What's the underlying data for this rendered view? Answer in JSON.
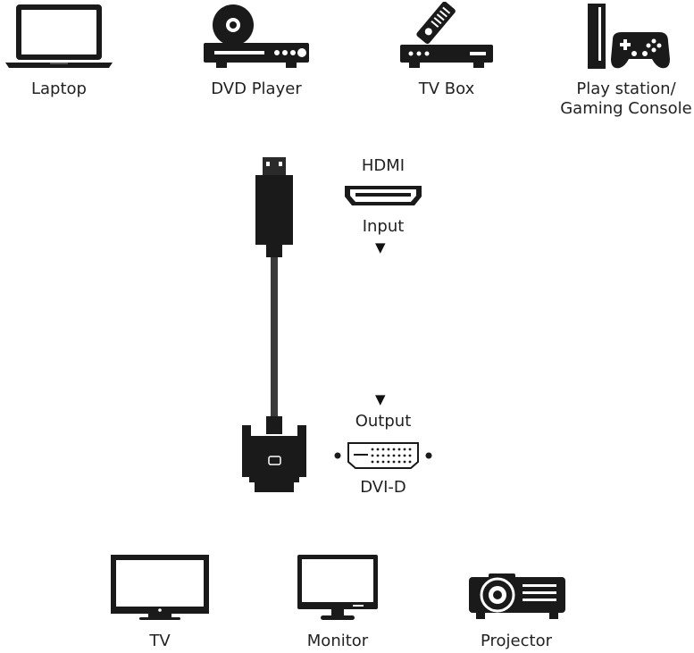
{
  "sources": {
    "laptop": "Laptop",
    "dvd_player": "DVD Player",
    "tv_box": "TV Box",
    "console_line1": "Play station/",
    "console_line2": "Gaming Console"
  },
  "connector_in": {
    "name": "HDMI",
    "role": "Input",
    "arrow": "▼"
  },
  "connector_out": {
    "arrow": "▼",
    "role": "Output",
    "name": "DVI-D"
  },
  "displays": {
    "tv": "TV",
    "monitor": "Monitor",
    "projector": "Projector"
  },
  "colors": {
    "device_dark": "#1a1a1a",
    "cable_gray": "#3a3a3a",
    "background": "#ffffff"
  }
}
